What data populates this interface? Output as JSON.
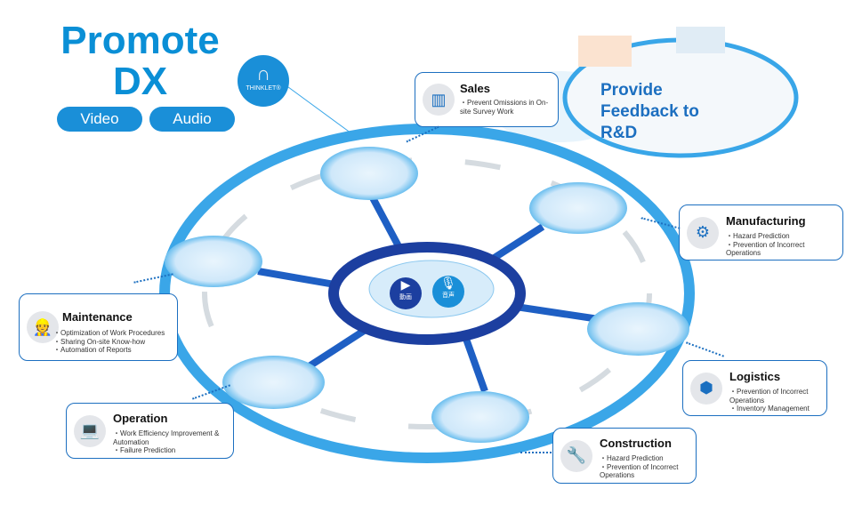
{
  "header": {
    "title_line1": "Promote",
    "title_line2": "DX",
    "video_label": "Video",
    "audio_label": "Audio"
  },
  "device": {
    "name": "THINKLET®"
  },
  "center": {
    "video_label": "動画",
    "audio_label": "音声"
  },
  "feedback": {
    "text": "Provide Feedback to R&D"
  },
  "cards": [
    {
      "title": "Sales",
      "icon": "bar-chart-icon",
      "items": [
        "Prevent Omissions in On-site Survey Work"
      ]
    },
    {
      "title": "Manufacturing",
      "icon": "robot-arm-icon",
      "items": [
        "Hazard Prediction",
        "Prevention of Incorrect Operations"
      ]
    },
    {
      "title": "Logistics",
      "icon": "box-icon",
      "items": [
        "Prevention of Incorrect Operations",
        "Inventory Management"
      ]
    },
    {
      "title": "Construction",
      "icon": "wrench-icon",
      "items": [
        "Hazard Prediction",
        "Prevention of Incorrect Operations"
      ]
    },
    {
      "title": "Operation",
      "icon": "laptop-icon",
      "items": [
        "Work Efficiency Improvement & Automation",
        "Failure Prediction"
      ]
    },
    {
      "title": "Maintenance",
      "icon": "worker-gear-icon",
      "items": [
        "Optimization of Work Procedures",
        "Sharing On-site Know-how",
        "Automation of Reports"
      ]
    }
  ],
  "colors": {
    "accent": "#0a8fd6",
    "dark": "#1c4fa0"
  }
}
